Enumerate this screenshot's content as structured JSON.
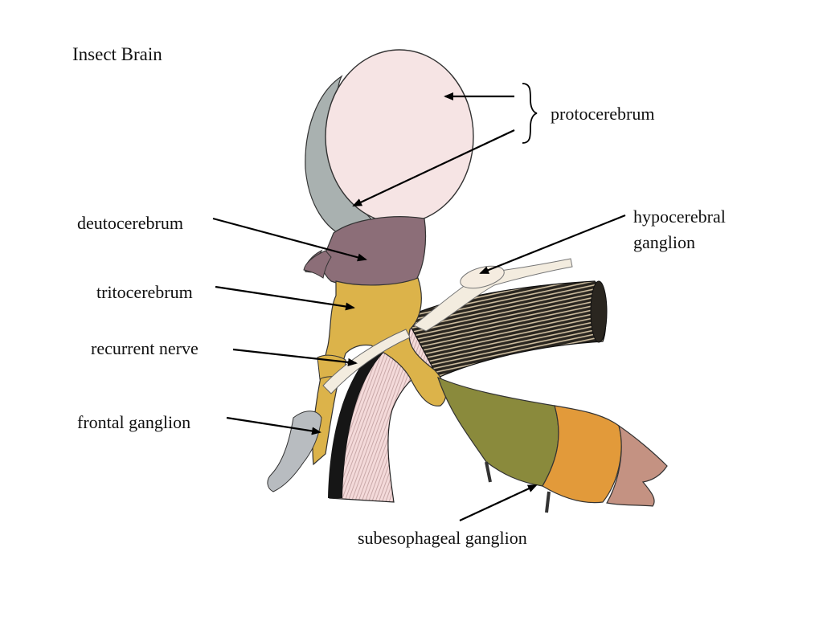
{
  "title": "Insect Brain",
  "labels": {
    "protocerebrum": "protocerebrum",
    "hypocerebral_line1": "hypocerebral",
    "hypocerebral_line2": "ganglion",
    "deutocerebrum": "deutocerebrum",
    "tritocerebrum": "tritocerebrum",
    "recurrent_nerve": "recurrent nerve",
    "frontal_ganglion": "frontal ganglion",
    "subesophageal_ganglion": "subesophageal ganglion"
  },
  "colors": {
    "protocerebrum": "#f6e4e4",
    "protocerebrum_side": "#a9b1b0",
    "deutocerebrum": "#8c6e78",
    "tritocerebrum": "#dcb34a",
    "esophagus_front": "#f4dada",
    "esophagus_stripe": "#1a1a1a",
    "aorta": "#2a2620",
    "aorta_stripe": "#c8b79a",
    "subesophageal_olive": "#8a8a3c",
    "subesophageal_orange": "#e29a3a",
    "subesophageal_tan": "#c49282",
    "arrow": "#000000"
  }
}
